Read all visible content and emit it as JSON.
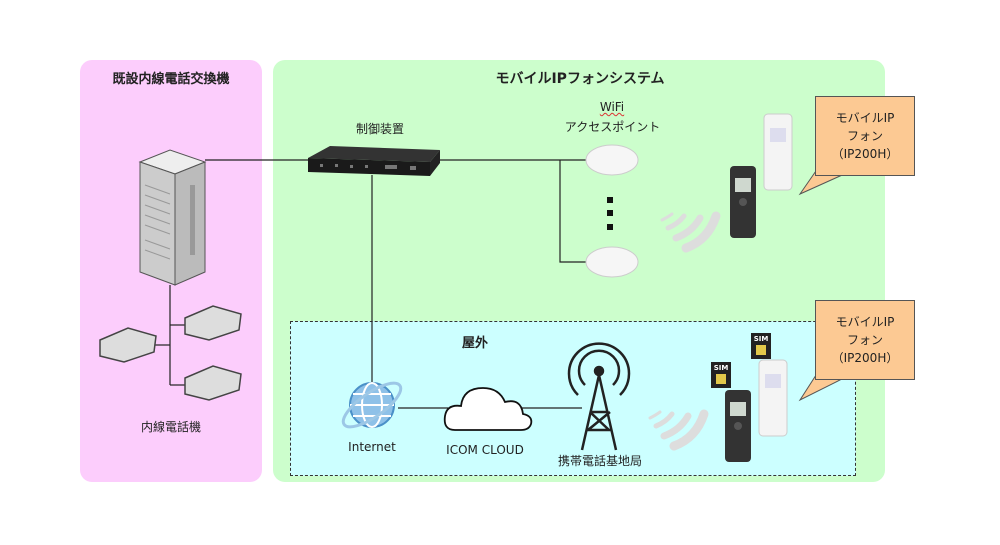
{
  "panels": {
    "pbx": {
      "title": "既設内線電話交換機",
      "extension_label": "内線電話機"
    },
    "mobile": {
      "title": "モバイルIPフォンシステム",
      "controller_label": "制御装置",
      "wifi_label": "WiFi",
      "ap_label": "アクセスポイント"
    },
    "outdoor": {
      "title": "屋外",
      "internet_label": "Internet",
      "cloud_label": "ICOM CLOUD",
      "base_station_label": "携帯電話基地局",
      "sim_label": "SIM"
    }
  },
  "callouts": [
    {
      "line1": "モバイルIP",
      "line2": "フォン",
      "line3": "（IP200H）"
    },
    {
      "line1": "モバイルIP",
      "line2": "フォン",
      "line3": "（IP200H）"
    }
  ],
  "colors": {
    "pbx_bg": "#fccdfc",
    "mobile_bg": "#ccfecc",
    "outdoor_bg": "#ccffff",
    "callout_bg": "#fcc993"
  }
}
